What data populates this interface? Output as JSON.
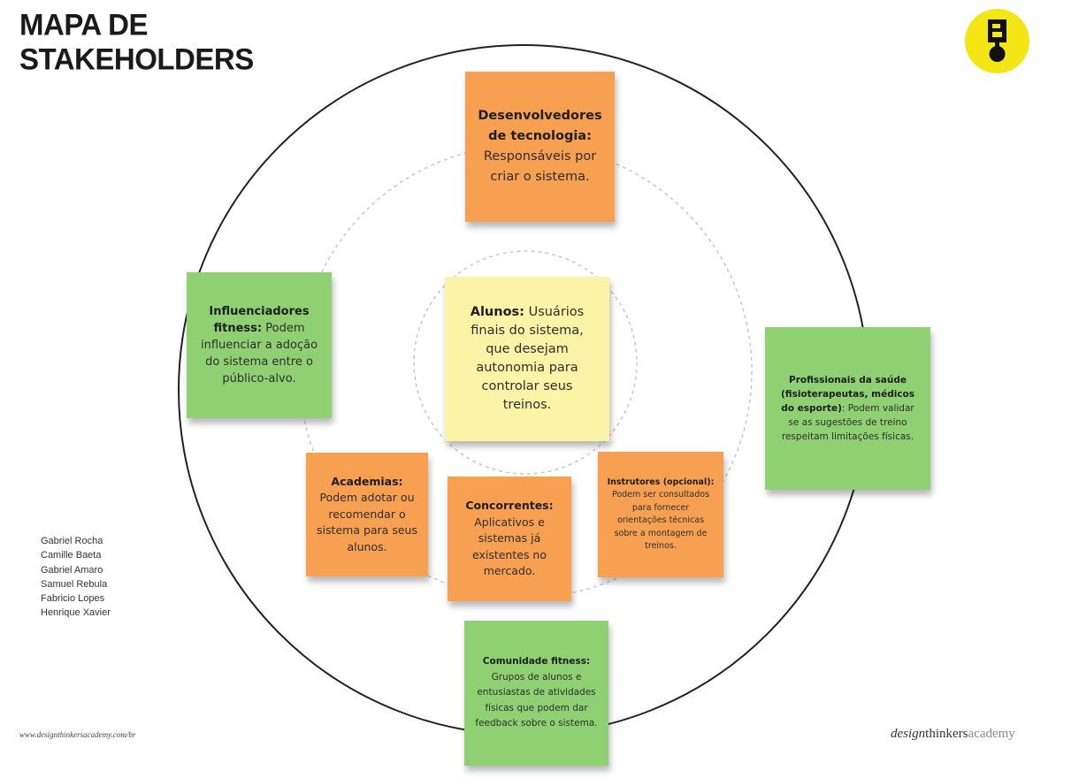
{
  "title": [
    "MAPA DE",
    "STAKEHOLDERS"
  ],
  "logo_icon": "design-thinkers-academy-logo",
  "notes": {
    "desenvolvedores": {
      "bold": "Desenvolvedores de tecnologia:",
      "text": " Responsáveis por criar o sistema."
    },
    "influenciadores": {
      "bold": "Influenciadores fitness:",
      "text": " Podem influenciar a adoção do sistema entre o público-alvo."
    },
    "alunos": {
      "bold": "Alunos:",
      "text": " Usuários finais do sistema, que desejam autonomia para controlar seus treinos."
    },
    "profissionais": {
      "bold": "Profissionais da saúde (fisioterapeutas, médicos do esporte)",
      "text": ": Podem validar se as sugestões de treino respeitam limitações físicas."
    },
    "academias": {
      "bold": "Academias:",
      "text": " Podem adotar ou recomendar o sistema para seus alunos."
    },
    "concorrentes": {
      "bold": "Concorrentes:",
      "text": " Aplicativos e sistemas já existentes no mercado."
    },
    "instrutores": {
      "bold": "Instrutores (opcional):",
      "text": " Podem ser consultados para fornecer orientações técnicas sobre a montagem de treinos."
    },
    "comunidade": {
      "bold": "Comunidade fitness:",
      "text": " Grupos de alunos e entusiastas de atividades físicas que podem dar feedback sobre o sistema."
    }
  },
  "team": [
    "Gabriel Rocha",
    "Camille Baeta",
    "Gabriel Amaro",
    "Samuel Rebula",
    "Fabricio Lopes",
    "Henrique Xavier"
  ],
  "footer": {
    "url": "www.designthinkersacademy.com/br",
    "brand_a": "design",
    "brand_b": "thinkers",
    "brand_c": "academy"
  },
  "colors": {
    "orange": "#f7a051",
    "green": "#8fd073",
    "yellow": "#fbf3a5",
    "logo": "#f4e514"
  }
}
